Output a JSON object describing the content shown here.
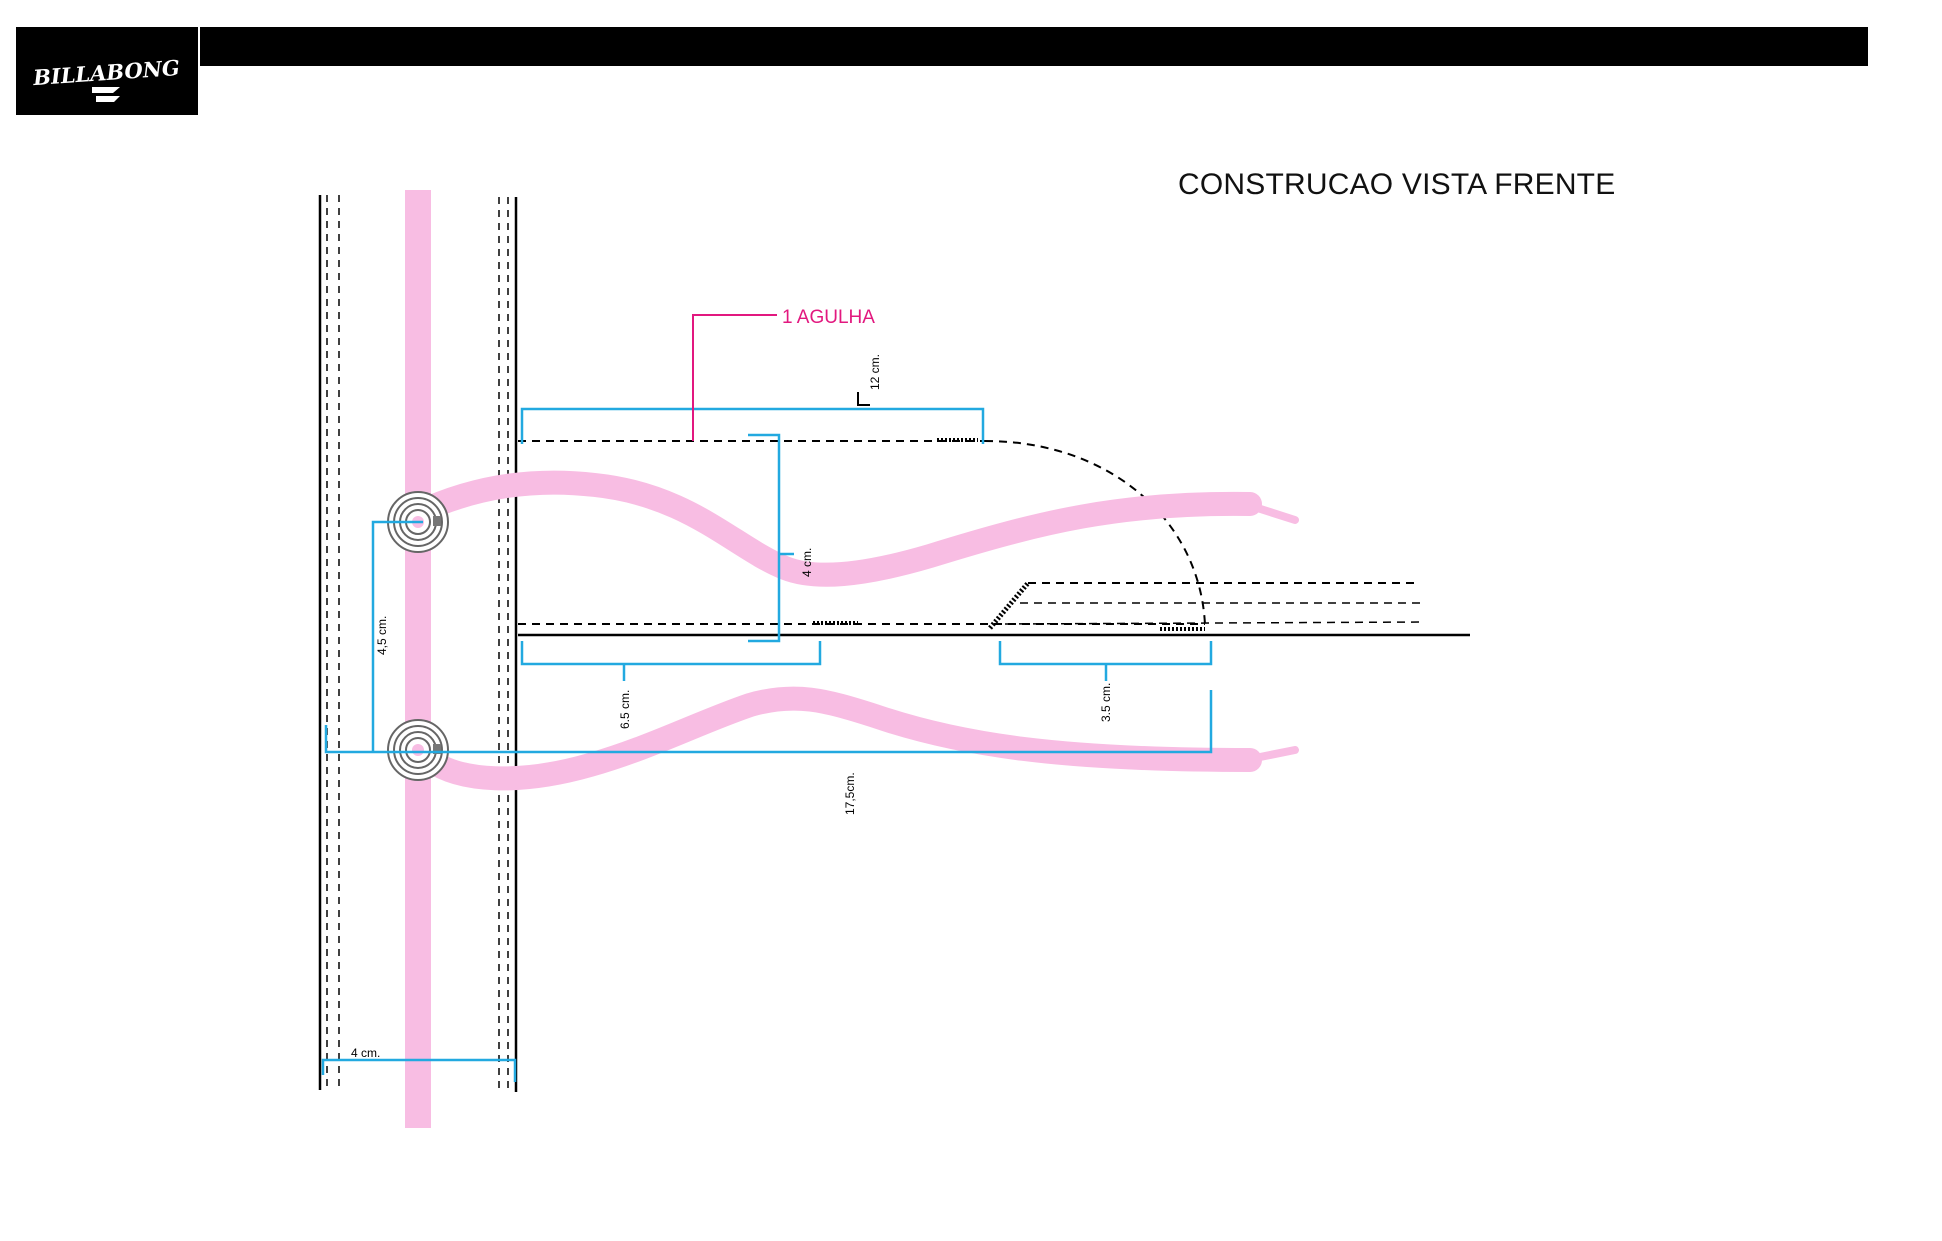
{
  "brand": {
    "logo_text": "BILLABONG"
  },
  "title": "CONSTRUCAO VISTA FRENTE",
  "callout": {
    "text": "1 AGULHA"
  },
  "dimensions": {
    "top_width": "12 cm.",
    "flap_height": "4 cm.",
    "eyelet_spacing": "4,5 cm.",
    "left_segment": "6.5 cm.",
    "right_segment": "3.5 cm.",
    "total_length": "17,5cm.",
    "placket_width": "4 cm."
  },
  "colors": {
    "dimension_line": "#22a9e0",
    "callout": "#e2187f",
    "lace": "#f8bde3",
    "header_bar": "#000000"
  }
}
